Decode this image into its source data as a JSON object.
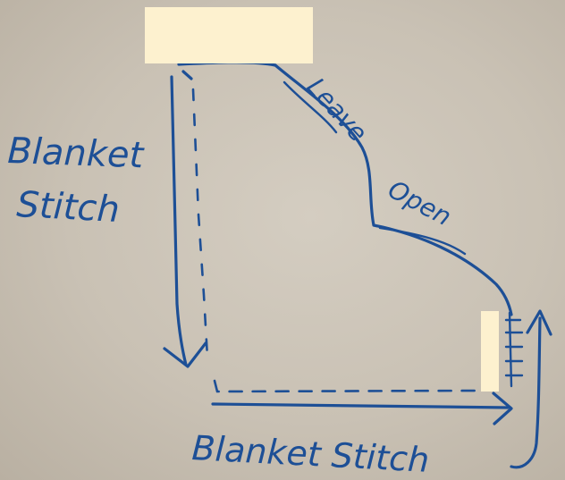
{
  "diagram": {
    "labels": {
      "left_stitch_line1": "Blanket",
      "left_stitch_line2": "Stitch",
      "bottom_stitch": "Blanket Stitch",
      "leave": "Leave",
      "open": "Open"
    },
    "colors": {
      "paper": "#c8c0b3",
      "ink": "#1d4f96",
      "redaction": "#fdf1cf"
    }
  }
}
